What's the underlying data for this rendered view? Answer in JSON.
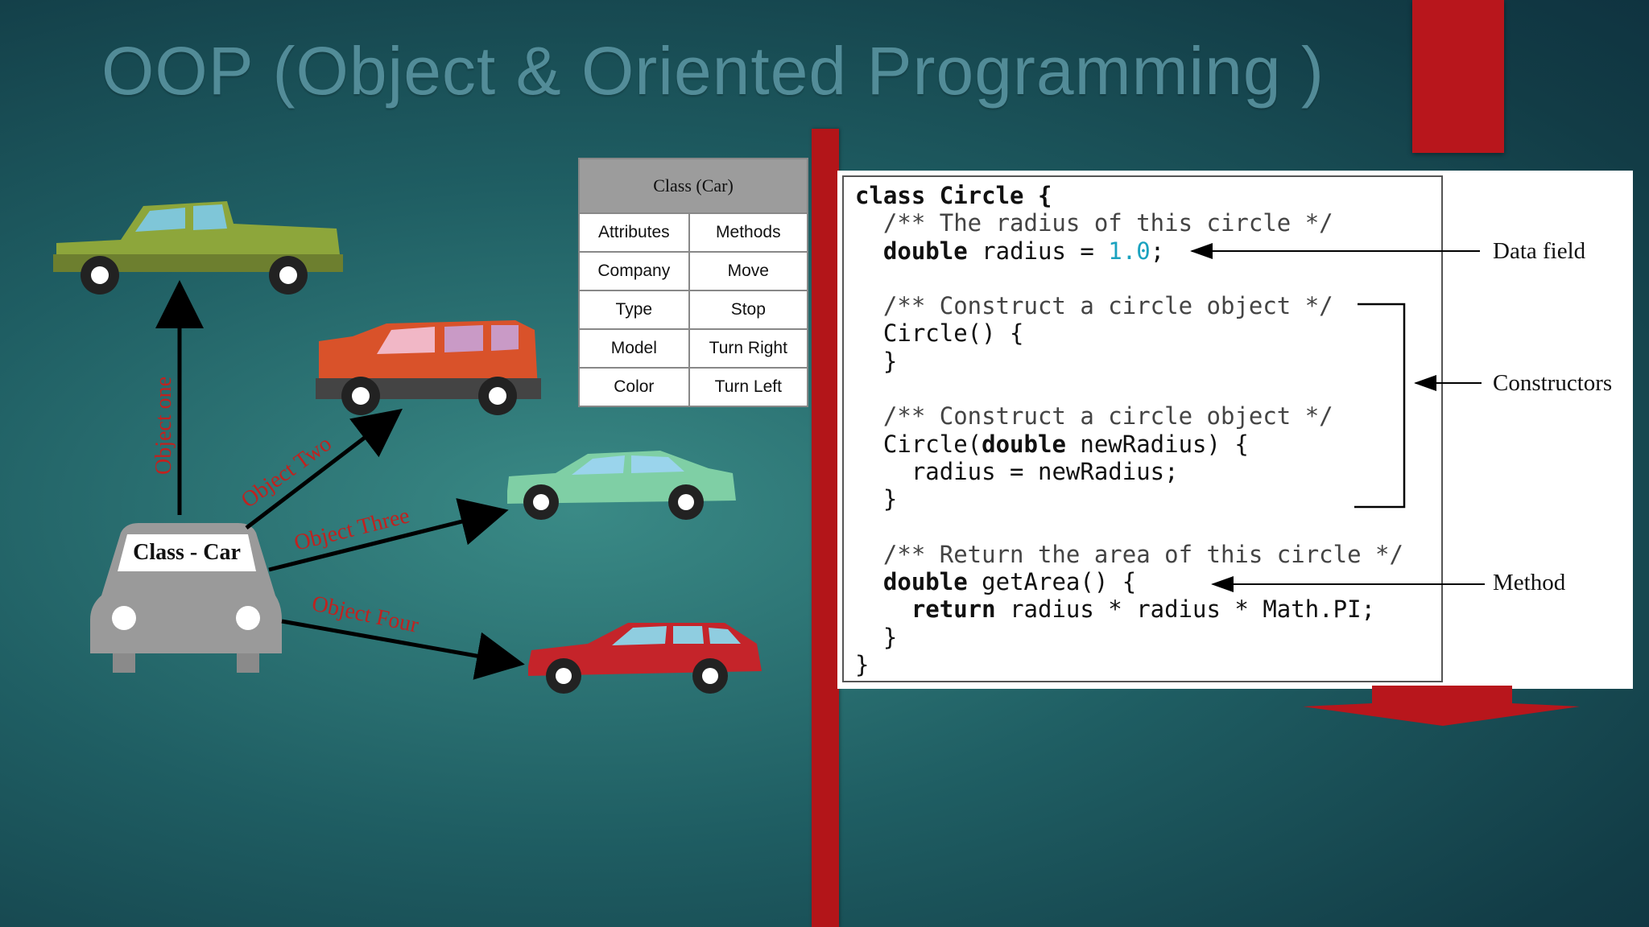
{
  "title": "OOP (Object & Oriented Programming )",
  "class_car_label": "Class  - Car",
  "object_labels": [
    "Object one",
    "Object Two",
    "Object Three",
    "Object Four"
  ],
  "table": {
    "header": "Class (Car)",
    "columns": [
      "Attributes",
      "Methods"
    ],
    "rows": [
      [
        "Company",
        "Move"
      ],
      [
        "Type",
        "Stop"
      ],
      [
        "Model",
        "Turn Right"
      ],
      [
        "Color",
        "Turn Left"
      ]
    ]
  },
  "code": {
    "line1": "class Circle {",
    "line2": "/** The radius of this circle */",
    "line3_type": "double",
    "line3_rest": " radius = ",
    "line3_num": "1.0",
    "line3_end": ";",
    "line5": "/** Construct a circle object */",
    "line6": "Circle() {",
    "line7": "}",
    "line9": "/** Construct a circle object */",
    "line10_a": "Circle(",
    "line10_type": "double",
    "line10_b": " newRadius) {",
    "line11": "radius = newRadius;",
    "line12": "}",
    "line14": "/** Return the area of this circle */",
    "line15_type": "double",
    "line15_rest": " getArea() {",
    "line16_kw": "return",
    "line16_rest": " radius * radius * Math.PI;",
    "line17": "}",
    "line18": "}"
  },
  "annotations": {
    "data_field": "Data field",
    "constructors": "Constructors",
    "method": "Method"
  },
  "colors": {
    "accent_red": "#b31519",
    "label_red": "#c0221f",
    "number_cyan": "#1aa2bf"
  }
}
